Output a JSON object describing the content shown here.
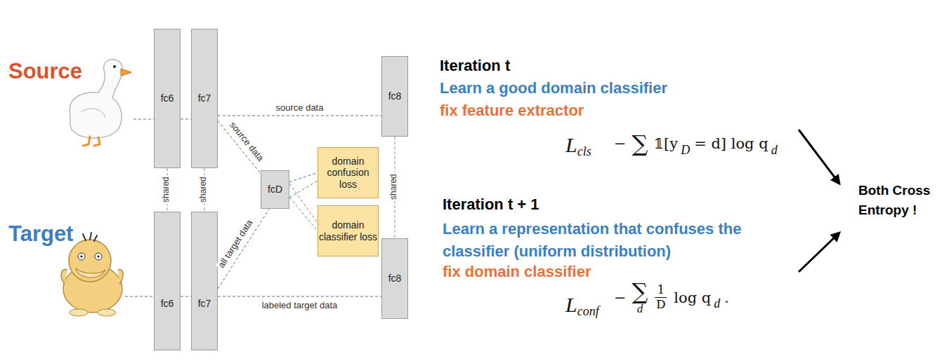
{
  "diagram": {
    "nodes": [
      {
        "text": [
          "fc6"
        ]
      },
      {
        "text": [
          "fc7"
        ]
      },
      {
        "text": [
          "fc8"
        ]
      },
      {
        "text": [
          "fc6"
        ]
      },
      {
        "text": [
          "fc7"
        ]
      },
      {
        "text": [
          "fc8"
        ]
      },
      {
        "text": [
          "fcD"
        ]
      },
      {
        "text": [
          "domain confusion loss"
        ]
      },
      {
        "text": [
          "domain classifier loss"
        ]
      }
    ],
    "edges": [
      {
        "from": 0,
        "to": 1,
        "arrow": "none"
      },
      {
        "from": 1,
        "to": 2,
        "label": "source data",
        "arrow": "none"
      },
      {
        "from": 1,
        "to": 6,
        "label": "source data",
        "arrow": "none"
      },
      {
        "from": 3,
        "to": 4,
        "arrow": "none"
      },
      {
        "from": 4,
        "to": 6,
        "label": "all target data",
        "arrow": "none"
      },
      {
        "from": 4,
        "to": 5,
        "label": "labeled target data",
        "arrow": "none"
      },
      {
        "from": 6,
        "to": 7,
        "arrow": "none"
      },
      {
        "from": 6,
        "to": 8,
        "arrow": "none"
      },
      {
        "from": 0,
        "to": 3,
        "label": "shared",
        "arrow": "none"
      },
      {
        "from": 1,
        "to": 4,
        "label": "shared",
        "arrow": "none"
      },
      {
        "from": 2,
        "to": 5,
        "label": "shared",
        "arrow": "none"
      }
    ],
    "labels": [
      "Source",
      "Target",
      "Iteration t",
      "Learn a good domain classifier",
      "fix feature extractor",
      "L",
      "cls",
      "−",
      "∑",
      "𝟙[y",
      "D",
      "= d] log q",
      "d",
      "Iteration t + 1",
      "Learn a representation that confuses the classifier (uniform distribution)",
      "fix domain classifier",
      "L",
      "conf",
      "−",
      "∑",
      "d",
      "1",
      "D",
      "log q",
      "d",
      ".",
      "Both Cross Entropy !"
    ]
  }
}
